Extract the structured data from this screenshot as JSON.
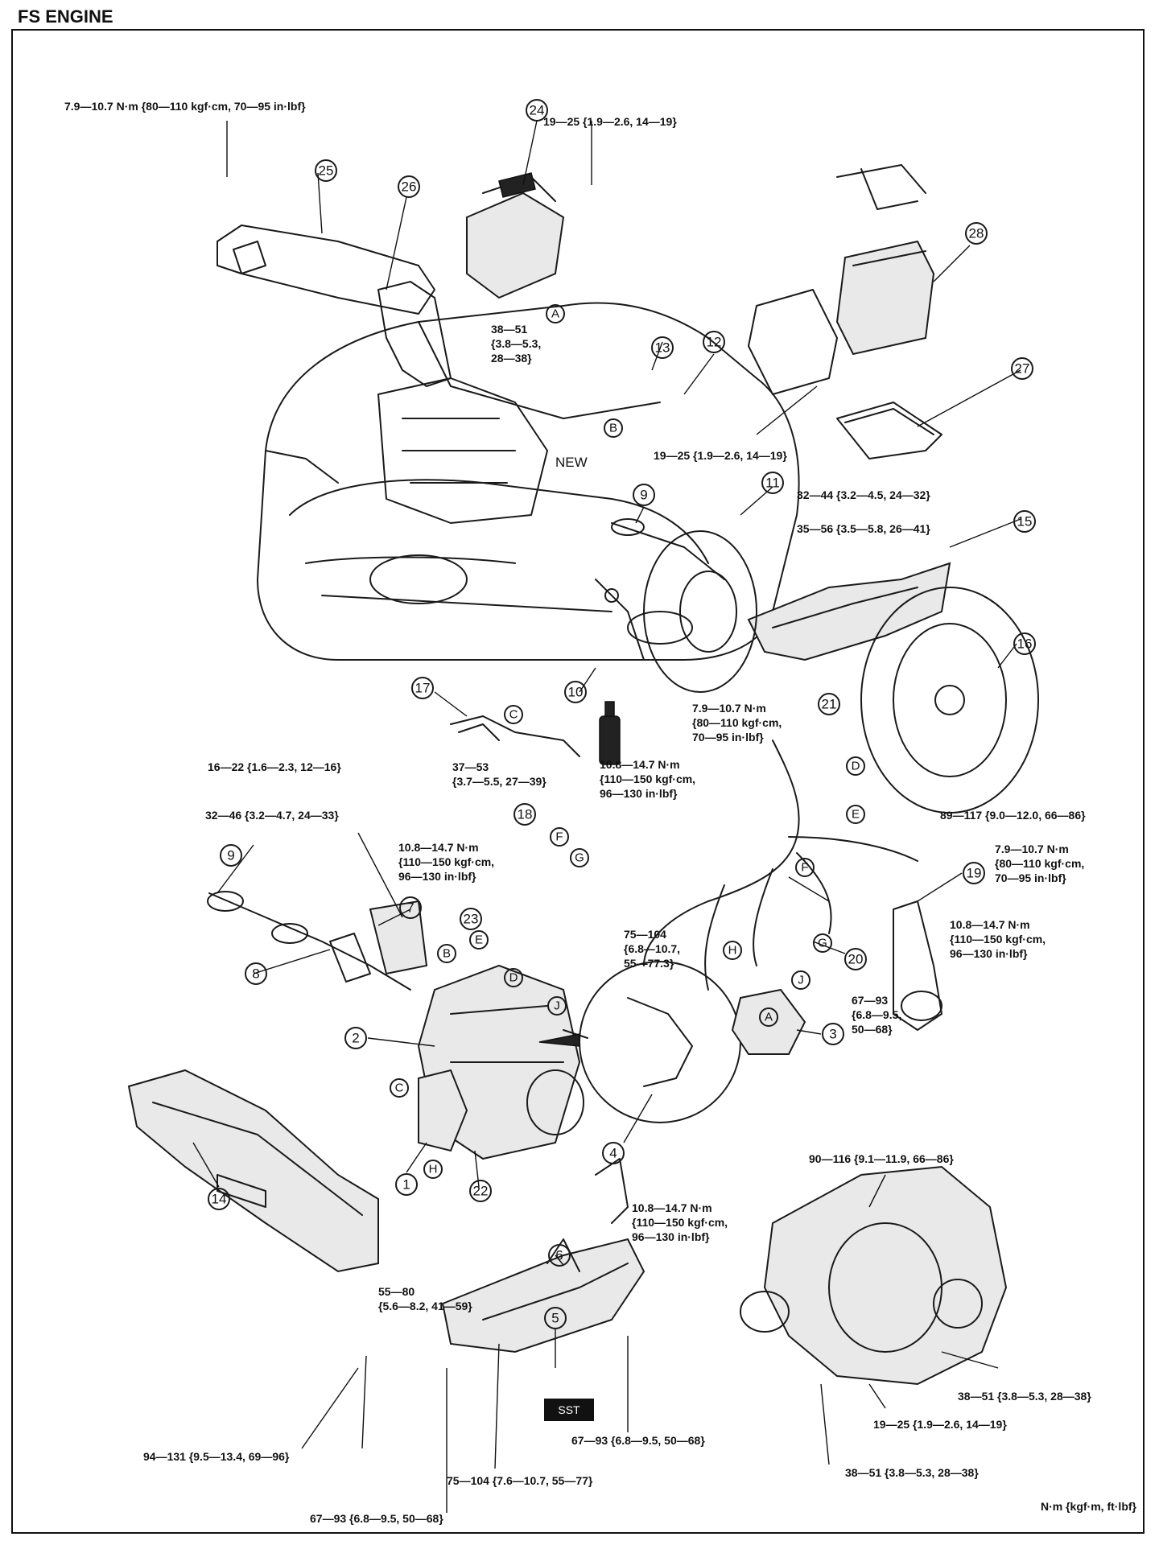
{
  "title": "FS ENGINE",
  "units_note": "N·m {kgf·m, ft·lbf}",
  "torque_labels": {
    "t1": "7.9—10.7 N·m {80—110 kgf·cm, 70—95 in·lbf}",
    "t2": "19—25 {1.9—2.6, 14—19}",
    "t3a": "38—51",
    "t3b": "{3.8—5.3,",
    "t3c": "28—38}",
    "t4": "19—25 {1.9—2.6, 14—19}",
    "t5": "32—44 {3.2—4.5, 24—32}",
    "t6": "35—56 {3.5—5.8, 26—41}",
    "t7a": "7.9—10.7 N·m",
    "t7b": "{80—110 kgf·cm,",
    "t7c": "70—95 in·lbf}",
    "t8": "16—22 {1.6—2.3, 12—16}",
    "t9a": "37—53",
    "t9b": "{3.7—5.5, 27—39}",
    "t10a": "10.8—14.7 N·m",
    "t10b": "{110—150 kgf·cm,",
    "t10c": "96—130 in·lbf}",
    "t11": "89—117 {9.0—12.0, 66—86}",
    "t12": "32—46 {3.2—4.7, 24—33}",
    "t13a": "10.8—14.7 N·m",
    "t13b": "{110—150 kgf·cm,",
    "t13c": "96—130 in·lbf}",
    "t14a": "7.9—10.7 N·m",
    "t14b": "{80—110 kgf·cm,",
    "t14c": "70—95 in·lbf}",
    "t15a": "10.8—14.7 N·m",
    "t15b": "{110—150 kgf·cm,",
    "t15c": "96—130 in·lbf}",
    "t16a": "75—104",
    "t16b": "{6.8—10.7,",
    "t16c": "55—77.3}",
    "t17a": "67—93",
    "t17b": "{6.8—9.5,",
    "t17c": "50—68}",
    "t18": "90—116 {9.1—11.9, 66—86}",
    "t19a": "10.8—14.7 N·m",
    "t19b": "{110—150 kgf·cm,",
    "t19c": "96—130 in·lbf}",
    "t20a": "55—80",
    "t20b": "{5.6—8.2, 41—59}",
    "t21": "94—131 {9.5—13.4, 69—96}",
    "t22": "38—51 {3.8—5.3, 28—38}",
    "t23": "19—25 {1.9—2.6, 14—19}",
    "t24": "38—51 {3.8—5.3, 28—38}",
    "t25": "67—93 {6.8—9.5, 50—68}",
    "t26": "75—104 {7.6—10.7, 55—77}",
    "t27": "67—93 {6.8—9.5, 50—68}"
  },
  "text_new": "NEW",
  "sst": "SST",
  "part_numbers": [
    "1",
    "2",
    "3",
    "4",
    "5",
    "6",
    "7",
    "8",
    "9",
    "9",
    "10",
    "11",
    "12",
    "13",
    "14",
    "15",
    "16",
    "17",
    "18",
    "19",
    "20",
    "21",
    "22",
    "23",
    "24",
    "25",
    "26",
    "27",
    "28"
  ],
  "connector_letters": [
    "A",
    "A",
    "B",
    "B",
    "C",
    "C",
    "D",
    "D",
    "E",
    "E",
    "F",
    "F",
    "G",
    "G",
    "H",
    "H",
    "J",
    "J"
  ]
}
